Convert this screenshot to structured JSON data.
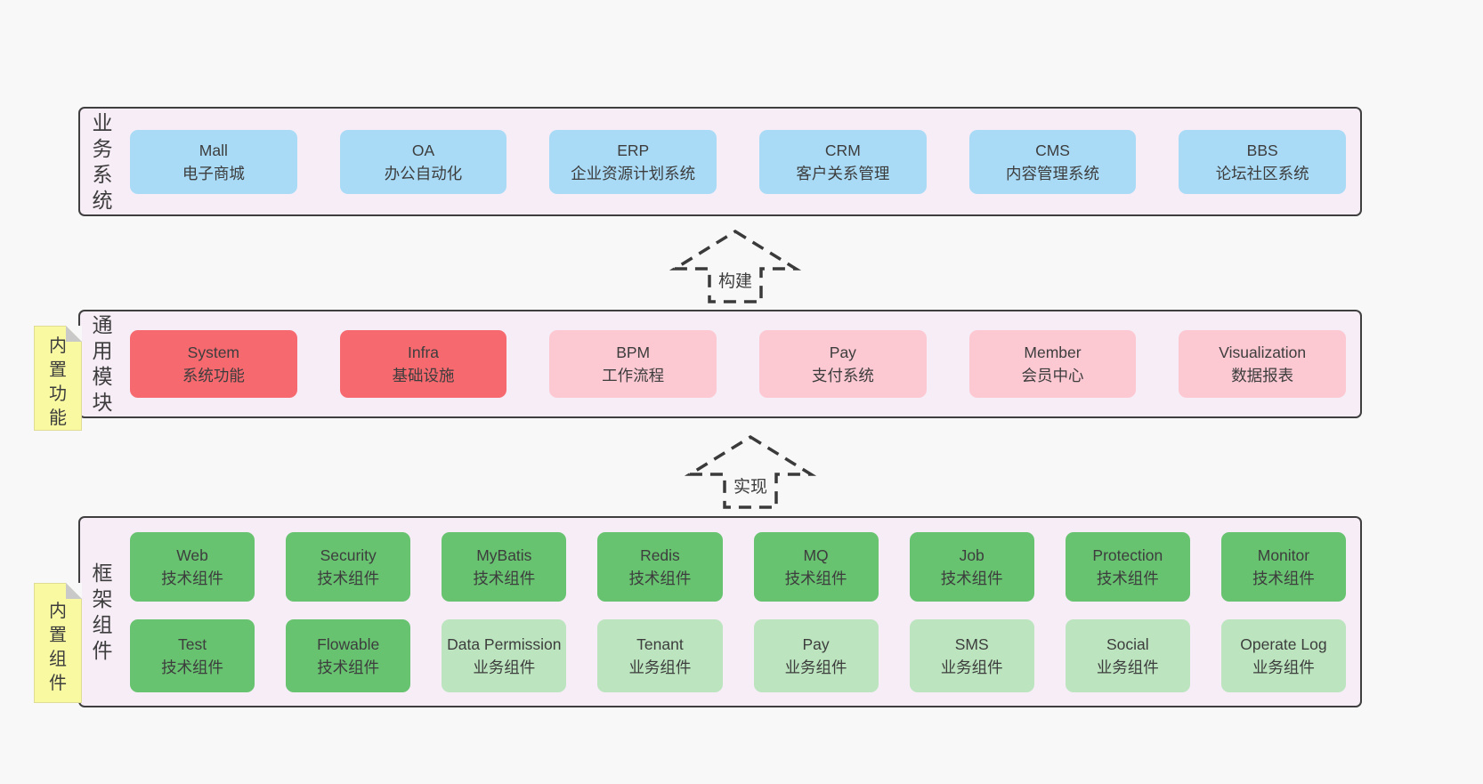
{
  "colors": {
    "page_bg": "#f8f8f8",
    "panel_bg": "#f7edf6",
    "panel_border": "#3f3f3f",
    "blue_box": "#a9dbf7",
    "red_box": "#f5696f",
    "pink_box": "#fcc9d3",
    "green_box": "#68c371",
    "light_green_box": "#bce5bf",
    "note_bg": "#f9f9a2",
    "note_fold": "#c9c9c9",
    "text": "#3d3d3d"
  },
  "business": {
    "label": "业务系统",
    "items": [
      {
        "title": "Mall",
        "subtitle": "电子商城"
      },
      {
        "title": "OA",
        "subtitle": "办公自动化"
      },
      {
        "title": "ERP",
        "subtitle": "企业资源计划系统"
      },
      {
        "title": "CRM",
        "subtitle": "客户关系管理"
      },
      {
        "title": "CMS",
        "subtitle": "内容管理系统"
      },
      {
        "title": "BBS",
        "subtitle": "论坛社区系统"
      }
    ]
  },
  "arrow_build": {
    "label": "构建"
  },
  "arrow_implement": {
    "label": "实现"
  },
  "modules": {
    "label": "通用模块",
    "note": "内置功能",
    "items": [
      {
        "title": "System",
        "subtitle": "系统功能",
        "variant": "red"
      },
      {
        "title": "Infra",
        "subtitle": "基础设施",
        "variant": "red"
      },
      {
        "title": "BPM",
        "subtitle": "工作流程",
        "variant": "pink"
      },
      {
        "title": "Pay",
        "subtitle": "支付系统",
        "variant": "pink"
      },
      {
        "title": "Member",
        "subtitle": "会员中心",
        "variant": "pink"
      },
      {
        "title": "Visualization",
        "subtitle": "数据报表",
        "variant": "pink"
      }
    ]
  },
  "components": {
    "label": "框架组件",
    "note": "内置组件",
    "row1": [
      {
        "title": "Web",
        "subtitle": "技术组件",
        "variant": "green"
      },
      {
        "title": "Security",
        "subtitle": "技术组件",
        "variant": "green"
      },
      {
        "title": "MyBatis",
        "subtitle": "技术组件",
        "variant": "green"
      },
      {
        "title": "Redis",
        "subtitle": "技术组件",
        "variant": "green"
      },
      {
        "title": "MQ",
        "subtitle": "技术组件",
        "variant": "green"
      },
      {
        "title": "Job",
        "subtitle": "技术组件",
        "variant": "green"
      },
      {
        "title": "Protection",
        "subtitle": "技术组件",
        "variant": "green"
      },
      {
        "title": "Monitor",
        "subtitle": "技术组件",
        "variant": "green"
      }
    ],
    "row2": [
      {
        "title": "Test",
        "subtitle": "技术组件",
        "variant": "green"
      },
      {
        "title": "Flowable",
        "subtitle": "技术组件",
        "variant": "green"
      },
      {
        "title": "Data Permission",
        "subtitle": "业务组件",
        "variant": "lightgreen"
      },
      {
        "title": "Tenant",
        "subtitle": "业务组件",
        "variant": "lightgreen"
      },
      {
        "title": "Pay",
        "subtitle": "业务组件",
        "variant": "lightgreen"
      },
      {
        "title": "SMS",
        "subtitle": "业务组件",
        "variant": "lightgreen"
      },
      {
        "title": "Social",
        "subtitle": "业务组件",
        "variant": "lightgreen"
      },
      {
        "title": "Operate Log",
        "subtitle": "业务组件",
        "variant": "lightgreen"
      }
    ]
  }
}
